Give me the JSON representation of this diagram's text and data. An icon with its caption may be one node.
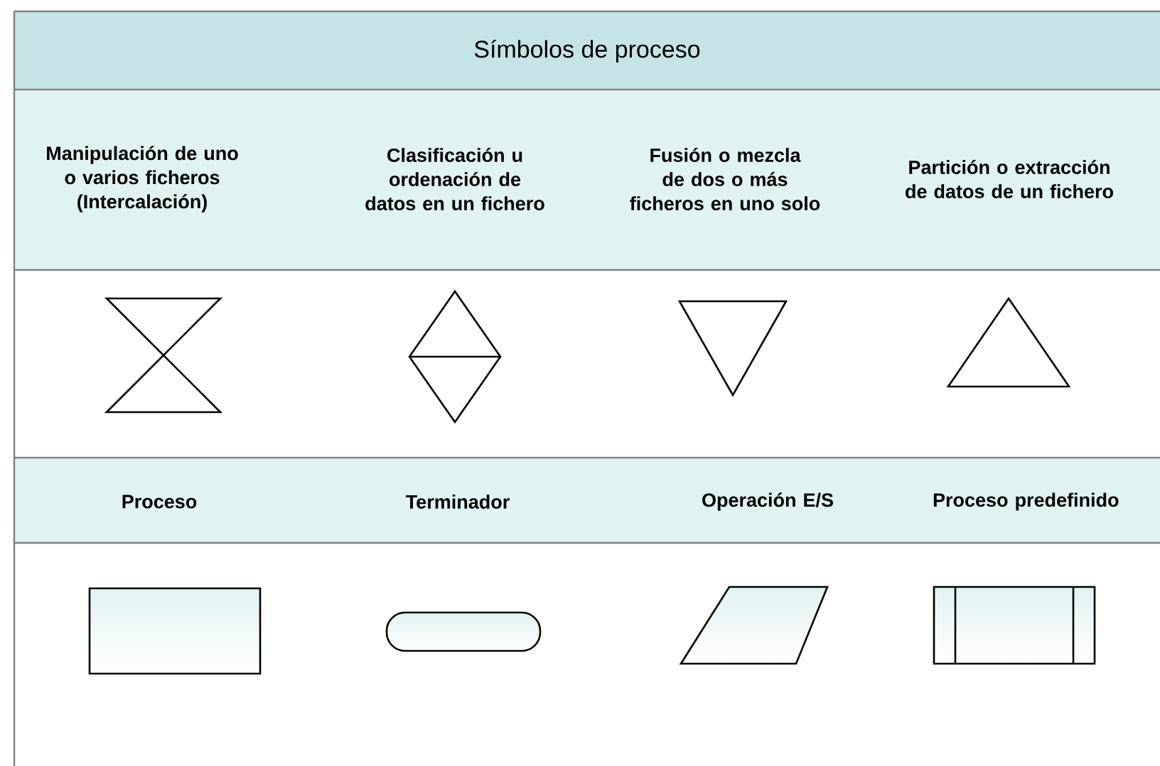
{
  "diagram": {
    "title": "Símbolos de proceso",
    "nodes": [
      {
        "text": [],
        "shape": "hourglass"
      },
      {
        "text": [],
        "shape": "split-diamond"
      },
      {
        "text": [],
        "shape": "down-triangle"
      },
      {
        "text": [],
        "shape": "up-triangle"
      },
      {
        "text": [],
        "shape": "box"
      },
      {
        "text": [],
        "shape": "stadium"
      },
      {
        "text": [],
        "shape": "parallelogram"
      },
      {
        "text": [],
        "shape": "double-sided-box"
      }
    ],
    "labels": [
      "Manipulación de uno o varios ficheros (Intercalación)",
      "Clasificación u ordenación de datos en un fichero",
      "Fusión o mezcla de dos o más ficheros en uno solo",
      "Partición o extracción de datos de un fichero",
      "Proceso",
      "Terminador",
      "Operación E/S",
      "Proceso predefinido"
    ]
  }
}
